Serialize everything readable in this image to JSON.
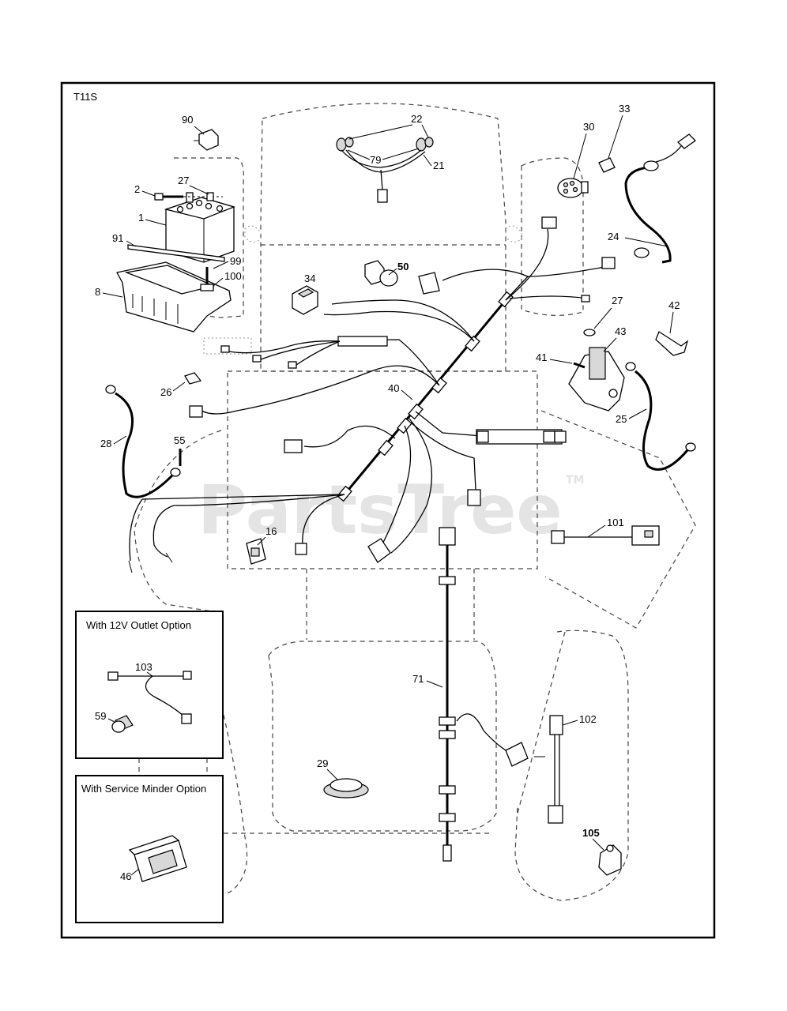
{
  "diagram_code": "T11S",
  "watermark": {
    "text": "PartsTree",
    "mark": "TM"
  },
  "callouts": {
    "c90": "90",
    "c2": "2",
    "c27a": "27",
    "c1": "1",
    "c91": "91",
    "c99": "99",
    "c100": "100",
    "c8": "8",
    "c34": "34",
    "c50": "50",
    "c22": "22",
    "c79": "79",
    "c21": "21",
    "c30": "30",
    "c33": "33",
    "c24": "24",
    "c27b": "27",
    "c42": "42",
    "c43": "43",
    "c41": "41",
    "c25": "25",
    "c26": "26",
    "c28": "28",
    "c55": "55",
    "c40": "40",
    "c16": "16",
    "c101": "101",
    "c71": "71",
    "c102": "102",
    "c29": "29",
    "c105": "105",
    "c103": "103",
    "c59": "59",
    "c46": "46"
  },
  "option_boxes": {
    "outlet_title": "With 12V Outlet Option",
    "service_title": "With Service Minder Option"
  }
}
